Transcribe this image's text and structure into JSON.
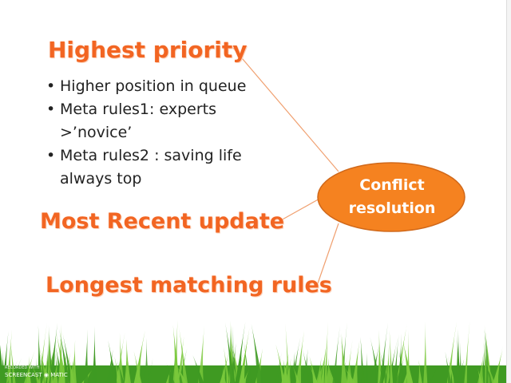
{
  "headings": {
    "highest_priority": "Highest priority",
    "most_recent": "Most Recent update",
    "longest_matching": "Longest matching rules"
  },
  "bullets": [
    "Higher position in queue",
    "Meta rules1: experts >’novice’",
    "Meta rules2 : saving life always top"
  ],
  "center_node": {
    "line1": "Conflict",
    "line2": "resolution"
  },
  "watermark": {
    "small": "RECORDED WITH",
    "brand": "SCREENCAST ◉ MATIC"
  },
  "colors": {
    "heading": "#f26522",
    "oval_fill": "#f58220",
    "oval_stroke": "#d0681a",
    "connector": "#f0a070",
    "grass_dark": "#3f9a22",
    "grass_light": "#79c83b"
  }
}
